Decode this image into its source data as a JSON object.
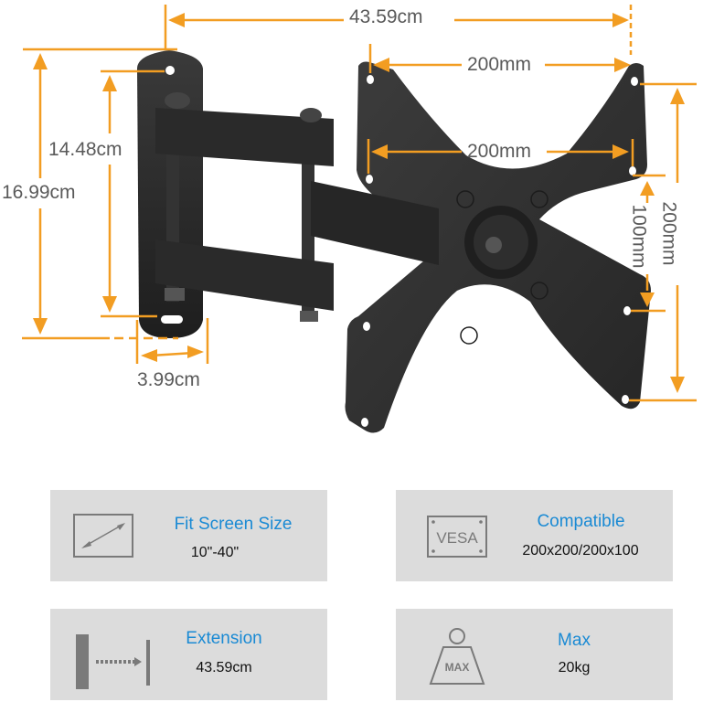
{
  "diagram": {
    "subject": "Full-motion TV wall mount bracket",
    "colors": {
      "dimension_line": "#f29d22",
      "dimension_text": "#5a5a5a",
      "mount_metal": "#2b2b2b"
    },
    "dimensions": {
      "total_extension": "43.59cm",
      "vesa_top_width": "200mm",
      "vesa_mid_width": "200mm",
      "wall_plate_hole_spacing": "14.48cm",
      "wall_plate_height": "16.99cm",
      "wall_plate_width": "3.99cm",
      "vesa_small_height": "100mm",
      "vesa_full_height": "200mm"
    }
  },
  "features": [
    {
      "id": "screen-size",
      "icon": "diagonal-screen-icon",
      "title": "Fit Screen Size",
      "value": "10\"-40\""
    },
    {
      "id": "vesa",
      "icon": "vesa-plate-icon",
      "icon_text": "VESA",
      "title": "Compatible",
      "value": "200x200/200x100"
    },
    {
      "id": "extension",
      "icon": "extension-arrow-icon",
      "title": "Extension",
      "value": "43.59cm"
    },
    {
      "id": "max-load",
      "icon": "weight-icon",
      "icon_text": "MAX",
      "title": "Max",
      "value": "20kg"
    }
  ],
  "feature_colors": {
    "card_bg": "#dcdcdc",
    "title": "#1a8ad4",
    "value": "#111111",
    "icon": "#7a7a7a"
  }
}
